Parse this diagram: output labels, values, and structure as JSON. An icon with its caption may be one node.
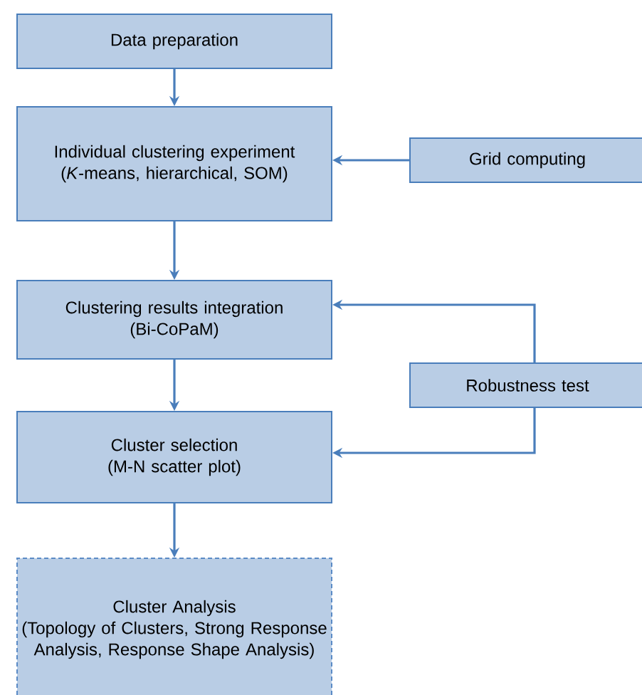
{
  "diagram": {
    "nodes": [
      {
        "text": [
          "Data preparation"
        ]
      },
      {
        "text": [
          "Individual clustering experiment",
          "(*K*-means, hierarchical, SOM)"
        ]
      },
      {
        "text": [
          "Grid computing"
        ]
      },
      {
        "text": [
          "Clustering results integration",
          "(Bi-CoPaM)"
        ]
      },
      {
        "text": [
          "Robustness test"
        ]
      },
      {
        "text": [
          "Cluster selection",
          "(M-N scatter plot)"
        ]
      },
      {
        "text": [
          "Cluster Analysis",
          "(Topology of Clusters, Strong Response Analysis, Response Shape Analysis)"
        ]
      }
    ],
    "edges": [
      {
        "from": 0,
        "to": 1,
        "arrow": "to"
      },
      {
        "from": 2,
        "to": 1,
        "arrow": "to"
      },
      {
        "from": 1,
        "to": 3,
        "arrow": "to"
      },
      {
        "from": 4,
        "to": 3,
        "arrow": "to"
      },
      {
        "from": 3,
        "to": 5,
        "arrow": "to"
      },
      {
        "from": 4,
        "to": 5,
        "arrow": "to"
      },
      {
        "from": 5,
        "to": 6,
        "arrow": "to"
      }
    ]
  }
}
